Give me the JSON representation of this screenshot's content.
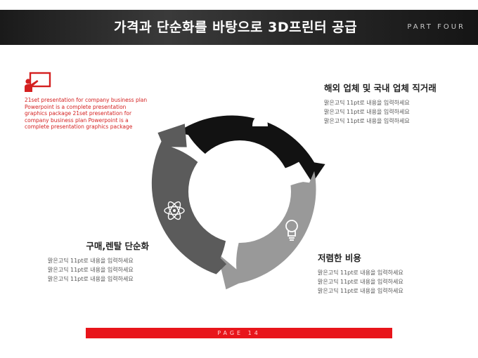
{
  "header": {
    "title": "가격과 단순화를 바탕으로 3D프린터 공급",
    "part": "PART FOUR"
  },
  "intro": {
    "icon": "presentation-icon",
    "text": "21set presentation for company business plan Powerpoint is a complete presentation graphics package 21set presentation for company business plan Powerpoint is a complete presentation graphics package"
  },
  "blocks": {
    "top": {
      "title": "해외 업체 및 국내 업체 직거래",
      "lines": [
        "맑은고딕 11pt로 내용을 입력하세요",
        "맑은고딕 11pt로 내용을 입력하세요",
        "맑은고딕 11pt로 내용을 입력하세요"
      ]
    },
    "left": {
      "title": "구매,렌탈 단순화",
      "lines": [
        "맑은고딕 11pt로 내용을 입력하세요",
        "맑은고딕 11pt로 내용을 입력하세요",
        "맑은고딕 11pt로 내용을 입력하세요"
      ]
    },
    "right": {
      "title": "저렴한 비용",
      "lines": [
        "맑은고딕 11pt로 내용을 입력하세요",
        "맑은고딕 11pt로 내용을 입력하세요",
        "맑은고딕 11pt로 내용을 입력하세요"
      ]
    }
  },
  "cycle": {
    "segments": [
      {
        "color": "#111111",
        "icon": "person-icon"
      },
      {
        "color": "#9a9a9a",
        "icon": "lightbulb-icon"
      },
      {
        "color": "#5a5a5a",
        "icon": "atom-icon"
      }
    ]
  },
  "footer": {
    "label": "PAGE 14"
  },
  "colors": {
    "accent": "#e8151b",
    "header_bg": "#262626"
  }
}
